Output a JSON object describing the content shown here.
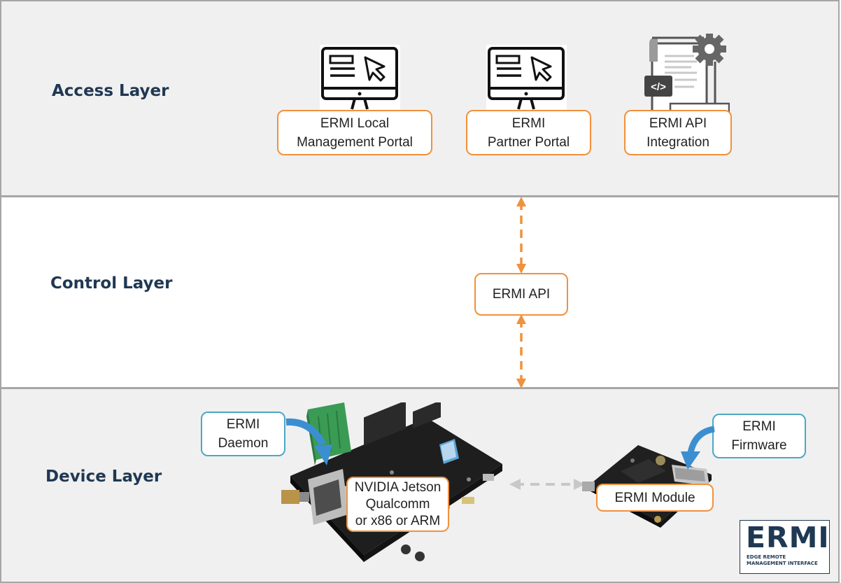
{
  "layers": {
    "access": "Access Layer",
    "control": "Control Layer",
    "device": "Device Layer"
  },
  "access": {
    "local_portal": [
      "ERMI Local",
      "Management Portal"
    ],
    "partner_portal": [
      "ERMI",
      "Partner Portal"
    ],
    "api_integration": [
      "ERMI API",
      "Integration"
    ]
  },
  "control": {
    "api": "ERMI API"
  },
  "device": {
    "daemon": [
      "ERMI",
      "Daemon"
    ],
    "board": [
      "NVIDIA Jetson",
      "Qualcomm",
      "or x86 or ARM"
    ],
    "firmware": [
      "ERMI",
      "Firmware"
    ],
    "module": "ERMI Module"
  },
  "logo": {
    "word": "ERMI",
    "line1": "EDGE REMOTE",
    "line2": "MANAGEMENT INTERFACE"
  },
  "colors": {
    "orange": "#f1913c",
    "teal": "#4ba8c6",
    "navy": "#1f3853",
    "gray_arrow": "#c8c8c8"
  },
  "icons": [
    "monitor-cursor-icon",
    "monitor-cursor-icon",
    "api-document-gear-icon",
    "dev-board-image",
    "module-board-image"
  ]
}
